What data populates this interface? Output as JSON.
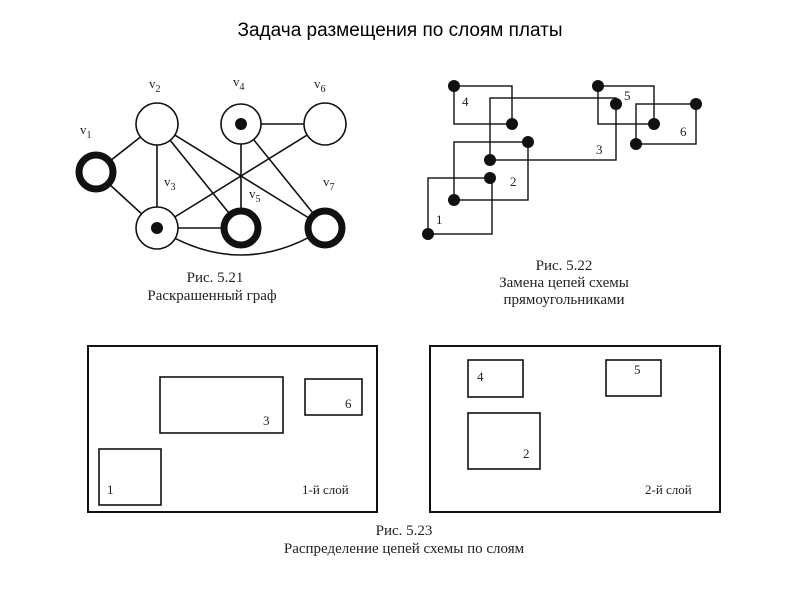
{
  "title": "Задача размещения по слоям платы",
  "fig21": {
    "caption_number": "Рис. 5.21",
    "caption_text": "Раскрашенный граф",
    "vertices": [
      {
        "label": "v",
        "index": "1"
      },
      {
        "label": "v",
        "index": "2"
      },
      {
        "label": "v",
        "index": "3"
      },
      {
        "label": "v",
        "index": "4"
      },
      {
        "label": "v",
        "index": "5"
      },
      {
        "label": "v",
        "index": "6"
      },
      {
        "label": "v",
        "index": "7"
      }
    ]
  },
  "fig22": {
    "caption_number": "Рис. 5.22",
    "caption_line1": "Замена цепей схемы",
    "caption_line2": "прямоугольниками",
    "labels": [
      "1",
      "2",
      "3",
      "4",
      "5",
      "6"
    ]
  },
  "fig23": {
    "caption_number": "Рис. 5.23",
    "caption_text": "Распределение цепей схемы по слоям",
    "layer1": {
      "name": "1-й слой",
      "rects": [
        "3",
        "6",
        "1"
      ]
    },
    "layer2": {
      "name": "2-й слой",
      "rects": [
        "4",
        "5",
        "2"
      ]
    }
  }
}
